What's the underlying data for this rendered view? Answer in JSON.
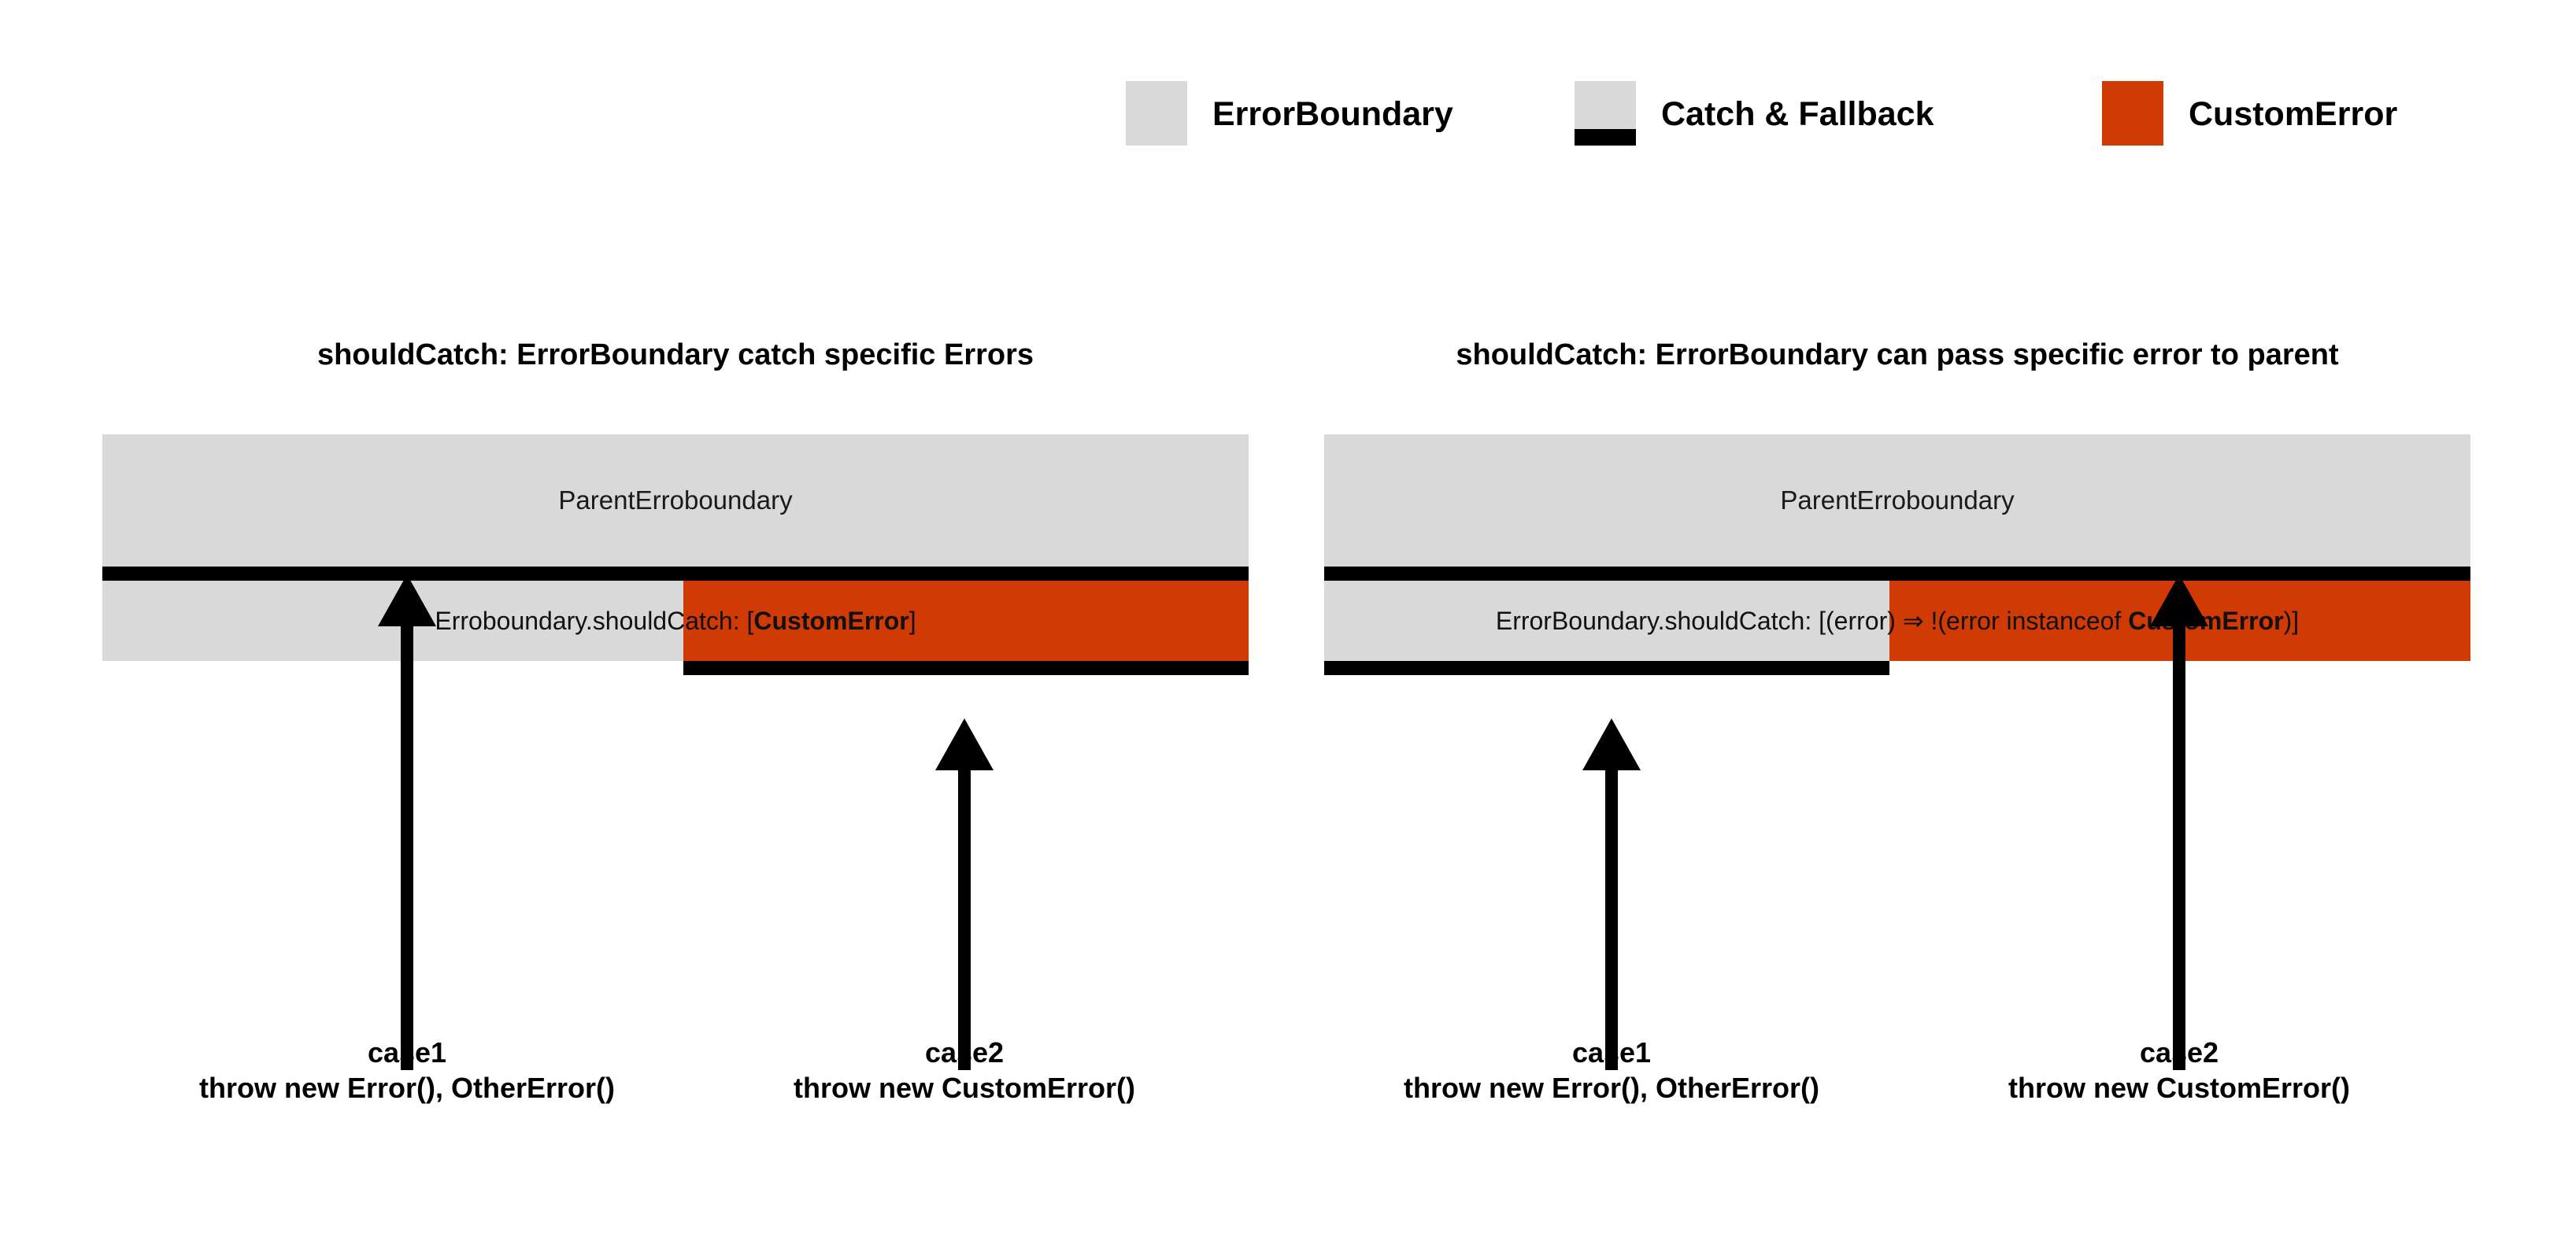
{
  "legend": {
    "items": [
      {
        "id": "errorboundary",
        "label": "ErrorBoundary",
        "swatch": "gray",
        "color": "#d9d9d9"
      },
      {
        "id": "catch-fallback",
        "label": "Catch & Fallback",
        "swatch": "stack",
        "color": "#d9d9d9",
        "bar_color": "#000000"
      },
      {
        "id": "customerror",
        "label": "CustomError",
        "swatch": "orange",
        "color": "#cf3a05"
      }
    ]
  },
  "panels": [
    {
      "id": "left",
      "title": "shouldCatch: ErrorBoundary catch specific Errors",
      "parent_label": "ParentErroboundary",
      "child_label_prefix": "Erroboundary.shouldCatch: [",
      "child_label_bold": "CustomError",
      "child_label_suffix": "]",
      "arrows": [
        {
          "id": "case1",
          "caption_line1": "case1",
          "caption_line2": "throw new Error(), OtherError()"
        },
        {
          "id": "case2",
          "caption_line1": "case2",
          "caption_line2": "throw new CustomError()"
        }
      ]
    },
    {
      "id": "right",
      "title": "shouldCatch: ErrorBoundary can pass specific error to parent",
      "parent_label": "ParentErroboundary",
      "child_label_prefix": "ErrorBoundary.shouldCatch: [(error) ⇒ !(error instanceof ",
      "child_label_bold": "CustomError",
      "child_label_suffix": ")]",
      "arrows": [
        {
          "id": "case1",
          "caption_line1": "case1",
          "caption_line2": "throw new Error(), OtherError()"
        },
        {
          "id": "case2",
          "caption_line1": "case2",
          "caption_line2": "throw new CustomError()"
        }
      ]
    }
  ],
  "colors": {
    "gray": "#d9d9d9",
    "orange": "#cf3a05",
    "black": "#000000",
    "background": "#ffffff"
  }
}
